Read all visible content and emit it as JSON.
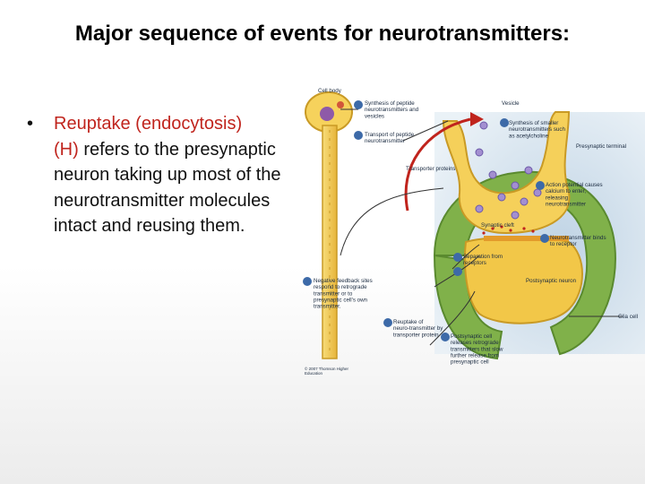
{
  "slide": {
    "title": "Major sequence of events for neurotransmitters:",
    "bullet": {
      "marker": "•",
      "highlight": "Reuptake (endocytosis)",
      "highlight2": "(H)",
      "rest": " refers to the presynaptic neuron taking up most of the neurotransmitter molecules intact and reusing them."
    }
  },
  "figure": {
    "labels": {
      "cell_body": "Cell body",
      "step1a": "Synthesis of peptide neurotransmitters and vesicles",
      "step2": "Transport of peptide neurotransmitter",
      "vesicle": "Vesicle",
      "step1b": "Synthesis of smaller neurotransmitters such as acetylcholine",
      "presynaptic_terminal": "Presynaptic terminal",
      "transporter_proteins": "Transporter proteins",
      "step3": "Action potential causes calcium to enter, releasing neurotransmitter",
      "synaptic_cleft": "Synaptic cleft",
      "step4": "Neurotransmitter binds to receptor",
      "step5": "Separation from receptors",
      "postsynaptic_neuron": "Postsynaptic neuron",
      "step8": "Negative feedback sites respond to retrograde transmitter or to presynaptic cell's own transmitter.",
      "glia_cell": "Glia cell",
      "step6": "Reuptake of neuro-transmitter by transporter protein",
      "step7": "Postsynaptic cell releases retrograde transmitters that slow further release from presynaptic cell",
      "copyright": "© 2007 Thomson Higher Education"
    },
    "step_numbers": [
      "1a",
      "1b",
      "2",
      "3",
      "4",
      "5",
      "6",
      "7",
      "8"
    ],
    "colors": {
      "glia": "#7fb04a",
      "neuron": "#f3c94a",
      "background": "#c9dbe9",
      "step_badge": "#3d6aa8",
      "arrow": "#c0241d"
    }
  }
}
